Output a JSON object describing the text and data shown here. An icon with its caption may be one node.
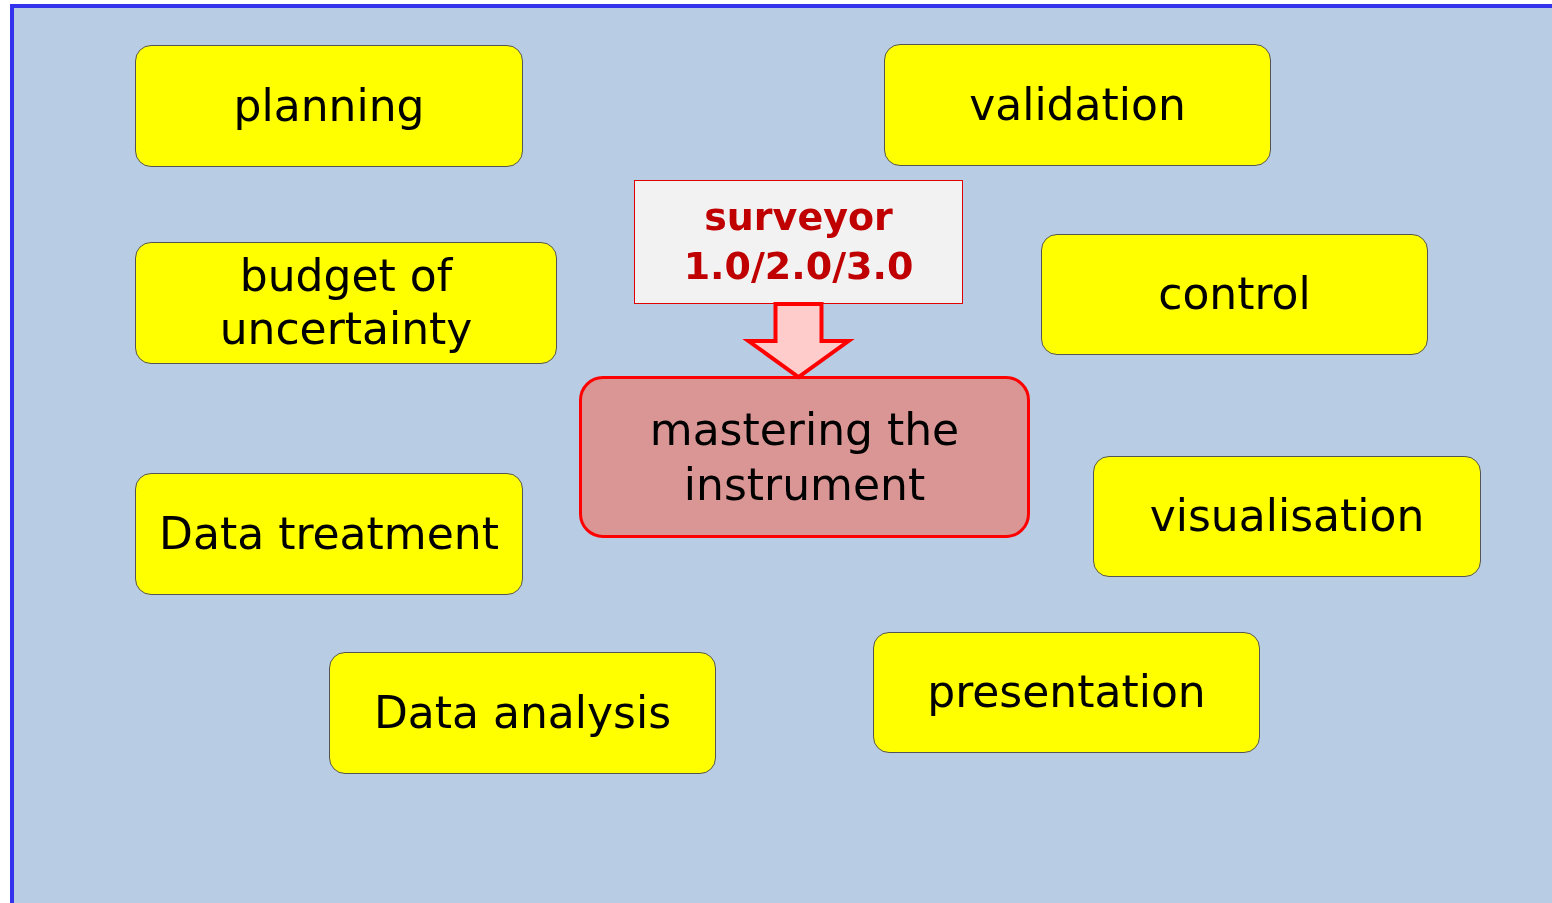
{
  "diagram": {
    "nodes": [
      {
        "text": [
          "planning"
        ]
      },
      {
        "text": [
          "validation"
        ]
      },
      {
        "text": [
          "surveyor 1.0/2.0/3.0"
        ]
      },
      {
        "text": [
          "budget of uncertainty"
        ]
      },
      {
        "text": [
          "control"
        ]
      },
      {
        "text": [
          "mastering the instrument"
        ]
      },
      {
        "text": [
          "Data treatment"
        ]
      },
      {
        "text": [
          "visualisation"
        ]
      },
      {
        "text": [
          "Data analysis"
        ]
      },
      {
        "text": [
          "presentation"
        ]
      }
    ],
    "edges": [
      {
        "from": 2,
        "to": 5,
        "arrow": "to",
        "style": "thick",
        "color": "#ff0000"
      }
    ]
  }
}
